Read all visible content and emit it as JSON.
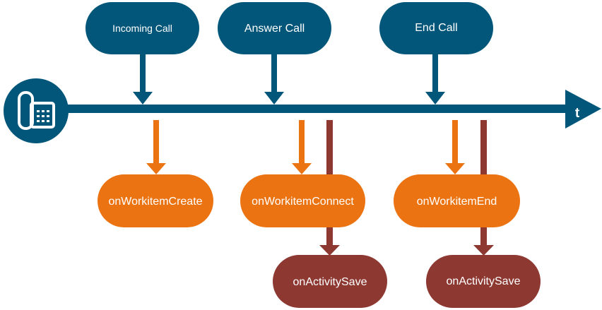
{
  "colors": {
    "timeline": "#02567a",
    "event": "#02567a",
    "hook": "#eb7312",
    "activity": "#8e3832",
    "text": "#ffffff"
  },
  "icons": {
    "phone": "desk-phone-icon"
  },
  "timeline": {
    "axis_label": "t"
  },
  "events": [
    {
      "label": "Incoming Call"
    },
    {
      "label": "Answer Call"
    },
    {
      "label": "End Call"
    }
  ],
  "hooks": [
    {
      "label": "onWorkitemCreate"
    },
    {
      "label": "onWorkitemConnect"
    },
    {
      "label": "onWorkitemEnd"
    }
  ],
  "activities": [
    {
      "label": "onActivitySave"
    },
    {
      "label": "onActivitySave"
    }
  ]
}
